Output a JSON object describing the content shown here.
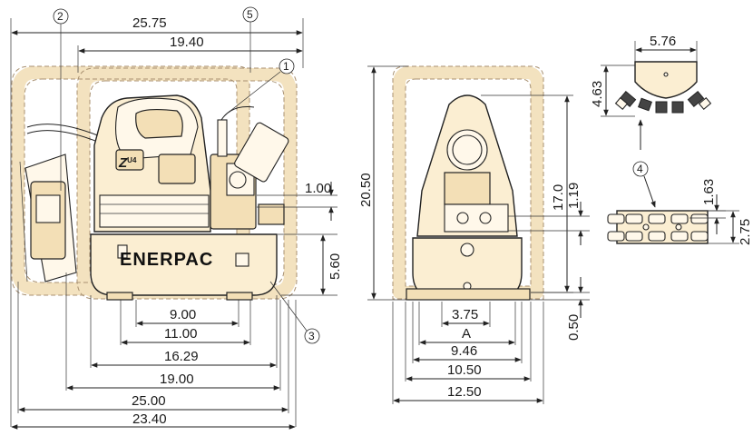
{
  "colors": {
    "frame_fill": "#f3e2bf",
    "body_fill": "#fbeed2",
    "line": "#222222"
  },
  "brand": "ENERPAC",
  "model_badge": "Z",
  "model_badge_sub": "U4",
  "callouts": [
    "1",
    "2",
    "3",
    "4",
    "5"
  ],
  "side_view": {
    "dims_horizontal": [
      "25.75",
      "19.40",
      "9.00",
      "11.00",
      "16.29",
      "19.00",
      "25.00",
      "23.40"
    ],
    "dims_vertical": [
      "1.00",
      "5.60"
    ]
  },
  "front_view": {
    "dims_vertical": [
      "20.50",
      "17.0",
      "1.19",
      "0.50"
    ],
    "dims_horizontal": [
      "3.75",
      "A",
      "9.46",
      "10.50",
      "12.50"
    ]
  },
  "manifold_top": {
    "dims": [
      "5.76",
      "4.63"
    ]
  },
  "manifold_side": {
    "dims": [
      "1.63",
      "2.75"
    ]
  }
}
